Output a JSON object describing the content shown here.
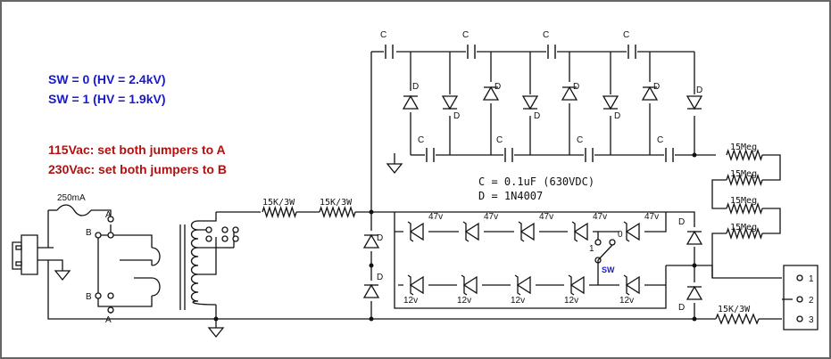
{
  "notes": {
    "switch": [
      "SW = 0 (HV = 2.4kV)",
      "SW = 1 (HV = 1.9kV)"
    ],
    "jumpers": [
      "115Vac: set both jumpers to A",
      "230Vac: set both jumpers to B"
    ]
  },
  "colors": {
    "switch_note": "#1a1acc",
    "jumper_note": "#b01010",
    "wire": "#111111"
  },
  "multiplier": {
    "cap_label": "C",
    "diode_label": "D"
  },
  "legend": {
    "cap_value": "C = 0.1uF (630VDC)",
    "diode_part": "D = 1N4007"
  },
  "fuse": "250mA",
  "resistors": {
    "series_label": "15K/3W",
    "output_label": "15K/3W",
    "divider_label": "15Meg"
  },
  "jumper_labels": {
    "a": "A",
    "b": "B"
  },
  "bridge_diode_label": "D",
  "zeners": {
    "top_label": "47v",
    "bottom_label": "12v"
  },
  "switch": {
    "label": "SW",
    "pos0": "0",
    "pos1": "1"
  },
  "terminals": [
    "1",
    "2",
    "3"
  ]
}
